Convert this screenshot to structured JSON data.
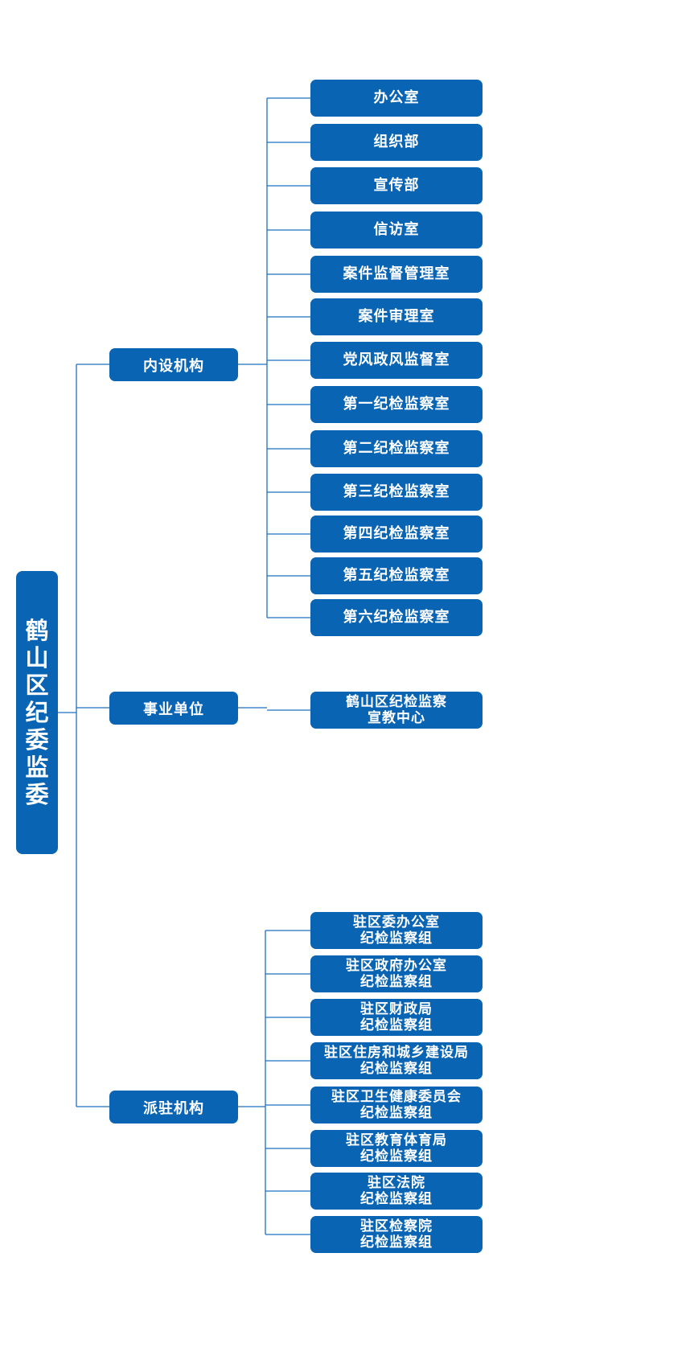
{
  "colors": {
    "box_fill": "#0a64b4",
    "connector": "#1e6fc0",
    "text": "#ffffff"
  },
  "root": {
    "label": "鹤山区纪委监委"
  },
  "branches": [
    {
      "label": "内设机构",
      "children": [
        {
          "lines": [
            "办公室"
          ]
        },
        {
          "lines": [
            "组织部"
          ]
        },
        {
          "lines": [
            "宣传部"
          ]
        },
        {
          "lines": [
            "信访室"
          ]
        },
        {
          "lines": [
            "案件监督管理室"
          ]
        },
        {
          "lines": [
            "案件审理室"
          ]
        },
        {
          "lines": [
            "党风政风监督室"
          ]
        },
        {
          "lines": [
            "第一纪检监察室"
          ]
        },
        {
          "lines": [
            "第二纪检监察室"
          ]
        },
        {
          "lines": [
            "第三纪检监察室"
          ]
        },
        {
          "lines": [
            "第四纪检监察室"
          ]
        },
        {
          "lines": [
            "第五纪检监察室"
          ]
        },
        {
          "lines": [
            "第六纪检监察室"
          ]
        }
      ]
    },
    {
      "label": "事业单位",
      "children": [
        {
          "lines": [
            "鹤山区纪检监察",
            "宣教中心"
          ]
        }
      ]
    },
    {
      "label": "派驻机构",
      "children": [
        {
          "lines": [
            "驻区委办公室",
            "纪检监察组"
          ]
        },
        {
          "lines": [
            "驻区政府办公室",
            "纪检监察组"
          ]
        },
        {
          "lines": [
            "驻区财政局",
            "纪检监察组"
          ]
        },
        {
          "lines": [
            "驻区住房和城乡建设局",
            "纪检监察组"
          ]
        },
        {
          "lines": [
            "驻区卫生健康委员会",
            "纪检监察组"
          ]
        },
        {
          "lines": [
            "驻区教育体育局",
            "纪检监察组"
          ]
        },
        {
          "lines": [
            "驻区法院",
            "纪检监察组"
          ]
        },
        {
          "lines": [
            "驻区检察院",
            "纪检监察组"
          ]
        }
      ]
    }
  ]
}
